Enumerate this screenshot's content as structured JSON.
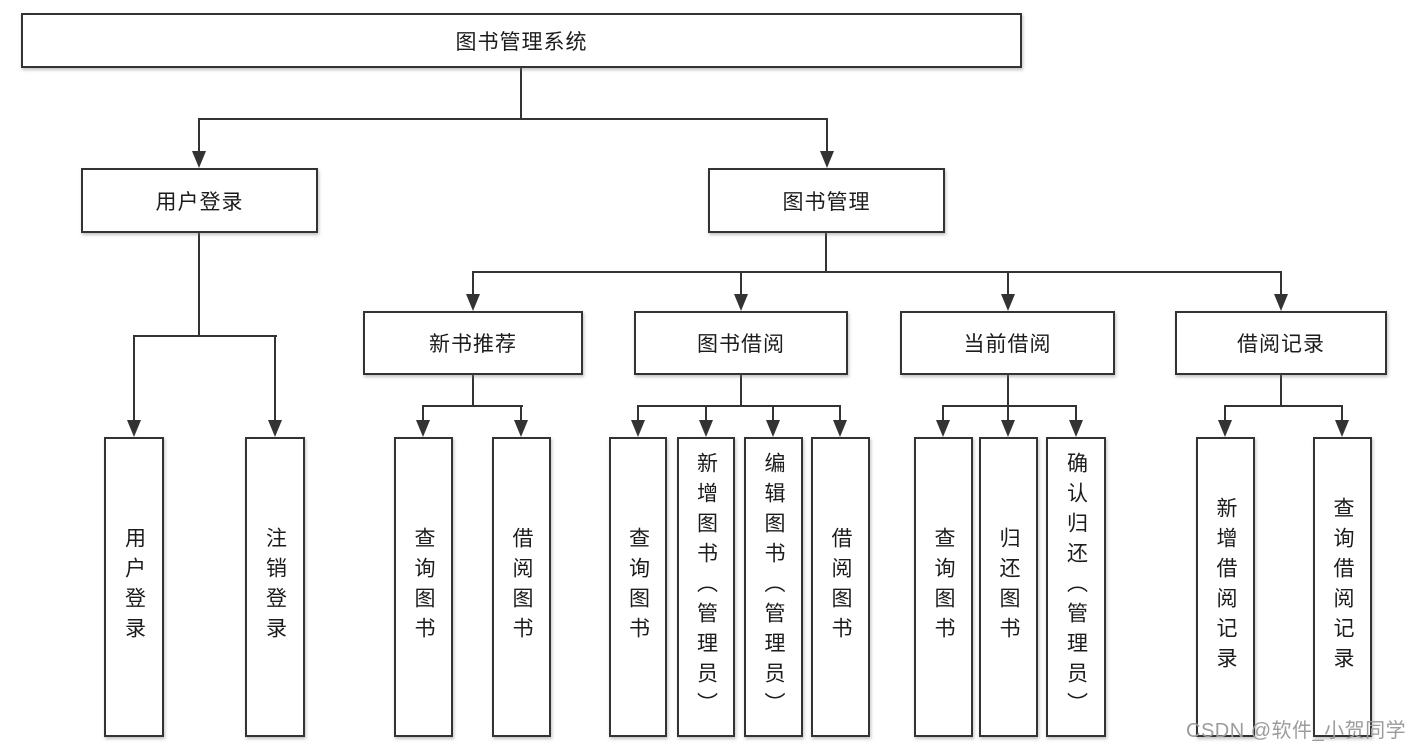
{
  "diagram": {
    "title": "图书管理系统",
    "tree": {
      "label": "图书管理系统",
      "children": [
        {
          "label": "用户登录",
          "children": [
            {
              "label": "用户登录"
            },
            {
              "label": "注销登录"
            }
          ]
        },
        {
          "label": "图书管理",
          "children": [
            {
              "label": "新书推荐",
              "children": [
                {
                  "label": "查询图书"
                },
                {
                  "label": "借阅图书"
                }
              ]
            },
            {
              "label": "图书借阅",
              "children": [
                {
                  "label": "查询图书"
                },
                {
                  "label": "新增图书（管理员）"
                },
                {
                  "label": "编辑图书（管理员）"
                },
                {
                  "label": "借阅图书"
                }
              ]
            },
            {
              "label": "当前借阅",
              "children": [
                {
                  "label": "查询图书"
                },
                {
                  "label": "归还图书"
                },
                {
                  "label": "确认归还（管理员）"
                }
              ]
            },
            {
              "label": "借阅记录",
              "children": [
                {
                  "label": "新增借阅记录"
                },
                {
                  "label": "查询借阅记录"
                }
              ]
            }
          ]
        }
      ]
    },
    "colors": {
      "line": "#333333",
      "text": "#1c1c1c",
      "box_fill": "#ffffff",
      "background": "#ffffff",
      "watermark": "#9c9c9c"
    }
  },
  "watermark": {
    "text": "CSDN @软件_小贺同学"
  }
}
